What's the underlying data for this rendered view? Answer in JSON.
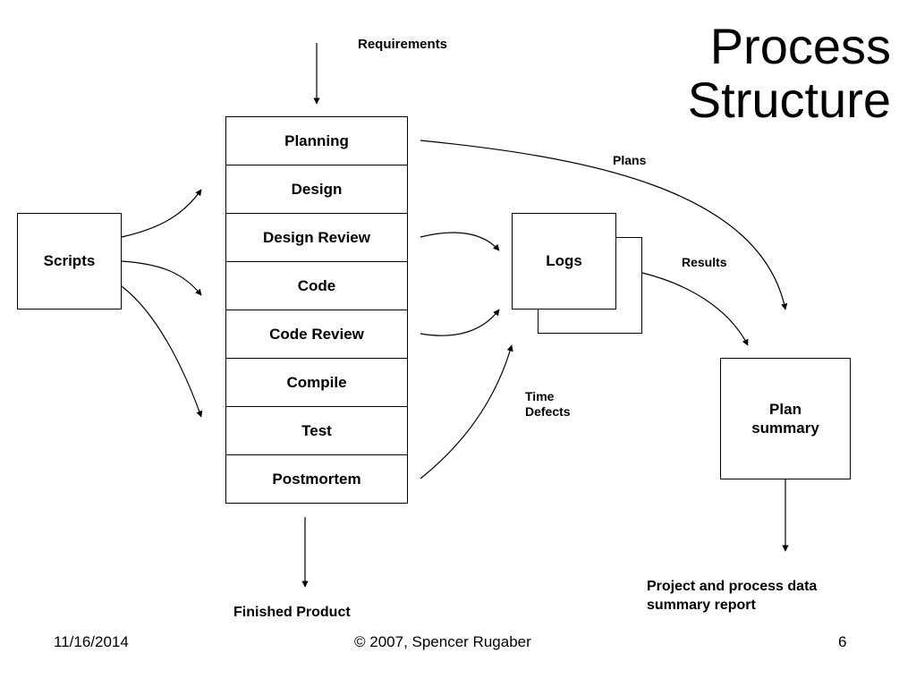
{
  "title": {
    "line1": "Process",
    "line2": "Structure"
  },
  "input_label": "Requirements",
  "output_label": "Finished Product",
  "scripts_label": "Scripts",
  "logs_label": "Logs",
  "plan_summary": {
    "line1": "Plan",
    "line2": "summary"
  },
  "phases": [
    "Planning",
    "Design",
    "Design Review",
    "Code",
    "Code Review",
    "Compile",
    "Test",
    "Postmortem"
  ],
  "flow_labels": {
    "plans": "Plans",
    "results": "Results",
    "time": "Time",
    "defects": "Defects"
  },
  "report_label": {
    "line1": "Project and process data",
    "line2": "summary report"
  },
  "footer": {
    "date": "11/16/2014",
    "copyright": "© 2007, Spencer Rugaber",
    "page": "6"
  }
}
